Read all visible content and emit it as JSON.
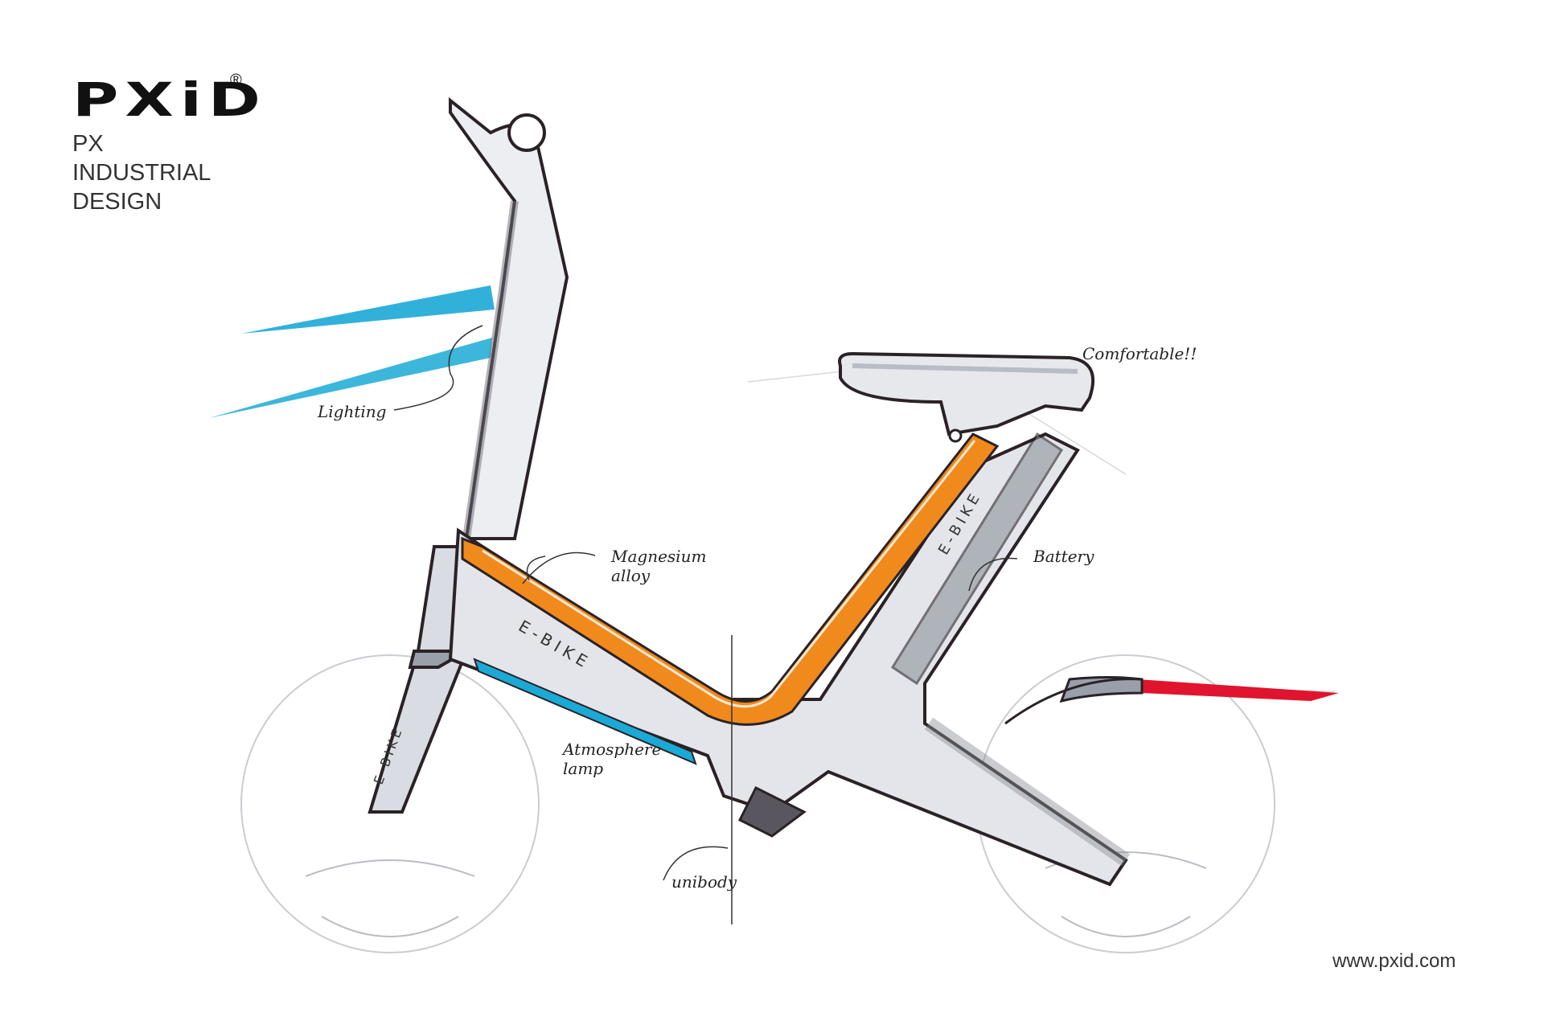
{
  "brand": {
    "logo": "PXiD",
    "registered_mark": "®",
    "tagline_lines": [
      "PX",
      "INDUSTRIAL",
      "DESIGN"
    ],
    "website": "www.pxid.com"
  },
  "sketch": {
    "subject": "E-bike concept sketch",
    "frame_labels": [
      "E-BIKE",
      "E-BIKE",
      "E-BIKE"
    ],
    "annotations": [
      {
        "id": "lighting",
        "text": "Lighting"
      },
      {
        "id": "magnesium-alloy",
        "text": "Magnesium alloy"
      },
      {
        "id": "battery",
        "text": "Battery"
      },
      {
        "id": "atmosphere-lamp",
        "text": "Atmosphere lamp"
      },
      {
        "id": "unibody",
        "text": "unibody"
      },
      {
        "id": "comfortable",
        "text": "Comfortable!!"
      }
    ],
    "colors": {
      "frame_accent": "#F08A1C",
      "headlight": "#1BA9D6",
      "taillight": "#E0142F",
      "body_gray": "#9AA0AA",
      "outline": "#2A2226"
    }
  }
}
